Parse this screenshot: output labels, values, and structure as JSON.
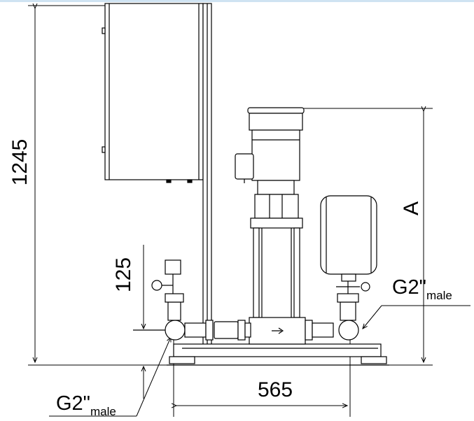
{
  "dimensions": {
    "total_height": "1245",
    "suction_height": "125",
    "width": "565",
    "pump_height": "A"
  },
  "connections": {
    "inlet": {
      "size": "G2\"",
      "suffix": "male"
    },
    "outlet": {
      "size": "G2\"",
      "suffix": "male"
    }
  }
}
